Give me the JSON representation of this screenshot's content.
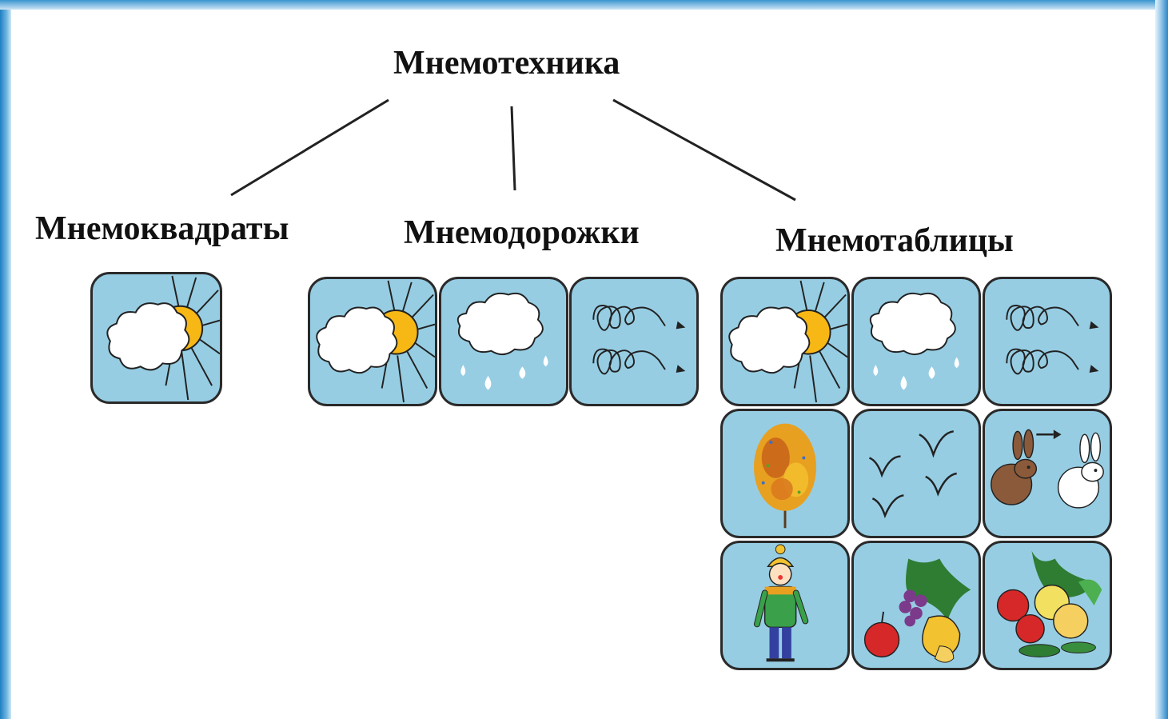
{
  "root": {
    "label": "Мнемотехника"
  },
  "branches": [
    {
      "label": "Мнемоквадраты"
    },
    {
      "label": "Мнемодорожки"
    },
    {
      "label": "Мнемотаблицы"
    }
  ],
  "icons": {
    "mnemo_square": [
      "sun-cloud-icon"
    ],
    "mnemo_road": [
      "sun-cloud-icon",
      "rain-cloud-icon",
      "wind-icon"
    ],
    "mnemo_table": [
      "sun-cloud-icon",
      "rain-cloud-icon",
      "wind-icon",
      "autumn-tree-icon",
      "birds-flying-icon",
      "hare-changing-coat-icon",
      "child-in-warm-clothes-icon",
      "fruits-icon",
      "vegetables-icon"
    ]
  }
}
